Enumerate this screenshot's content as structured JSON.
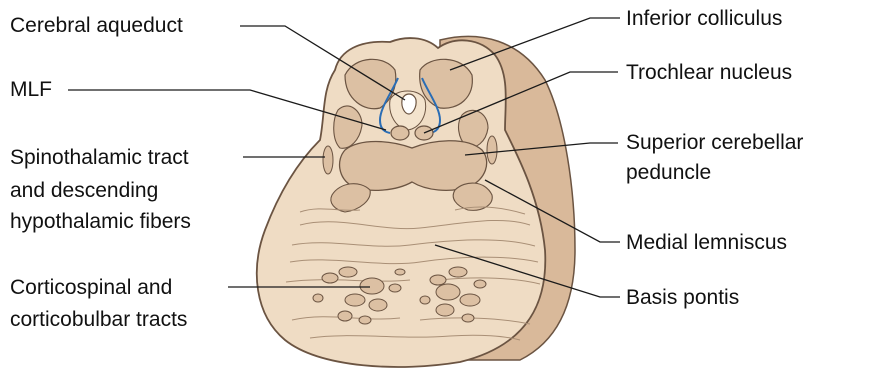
{
  "labels": {
    "cerebral_aqueduct": "Cerebral aqueduct",
    "mlf": "MLF",
    "spinothalamic_1": "Spinothalamic tract",
    "spinothalamic_2": "and descending",
    "spinothalamic_3": "hypothalamic fibers",
    "corticospinal_1": "Corticospinal and",
    "corticospinal_2": "corticobulbar tracts",
    "inferior_colliculus": "Inferior colliculus",
    "trochlear_nucleus": "Trochlear nucleus",
    "superior_cerebellar_1": "Superior cerebellar",
    "superior_cerebellar_2": "peduncle",
    "medial_lemniscus": "Medial lemniscus",
    "basis_pontis": "Basis pontis"
  },
  "colors": {
    "tissue": "#efdcc4",
    "tissue_shadow": "#d9b99a",
    "nuclei": "#dcc0a3",
    "outline": "#6b5442",
    "aqueduct_blue": "#2a6db5",
    "leader": "#1a1a1a"
  }
}
